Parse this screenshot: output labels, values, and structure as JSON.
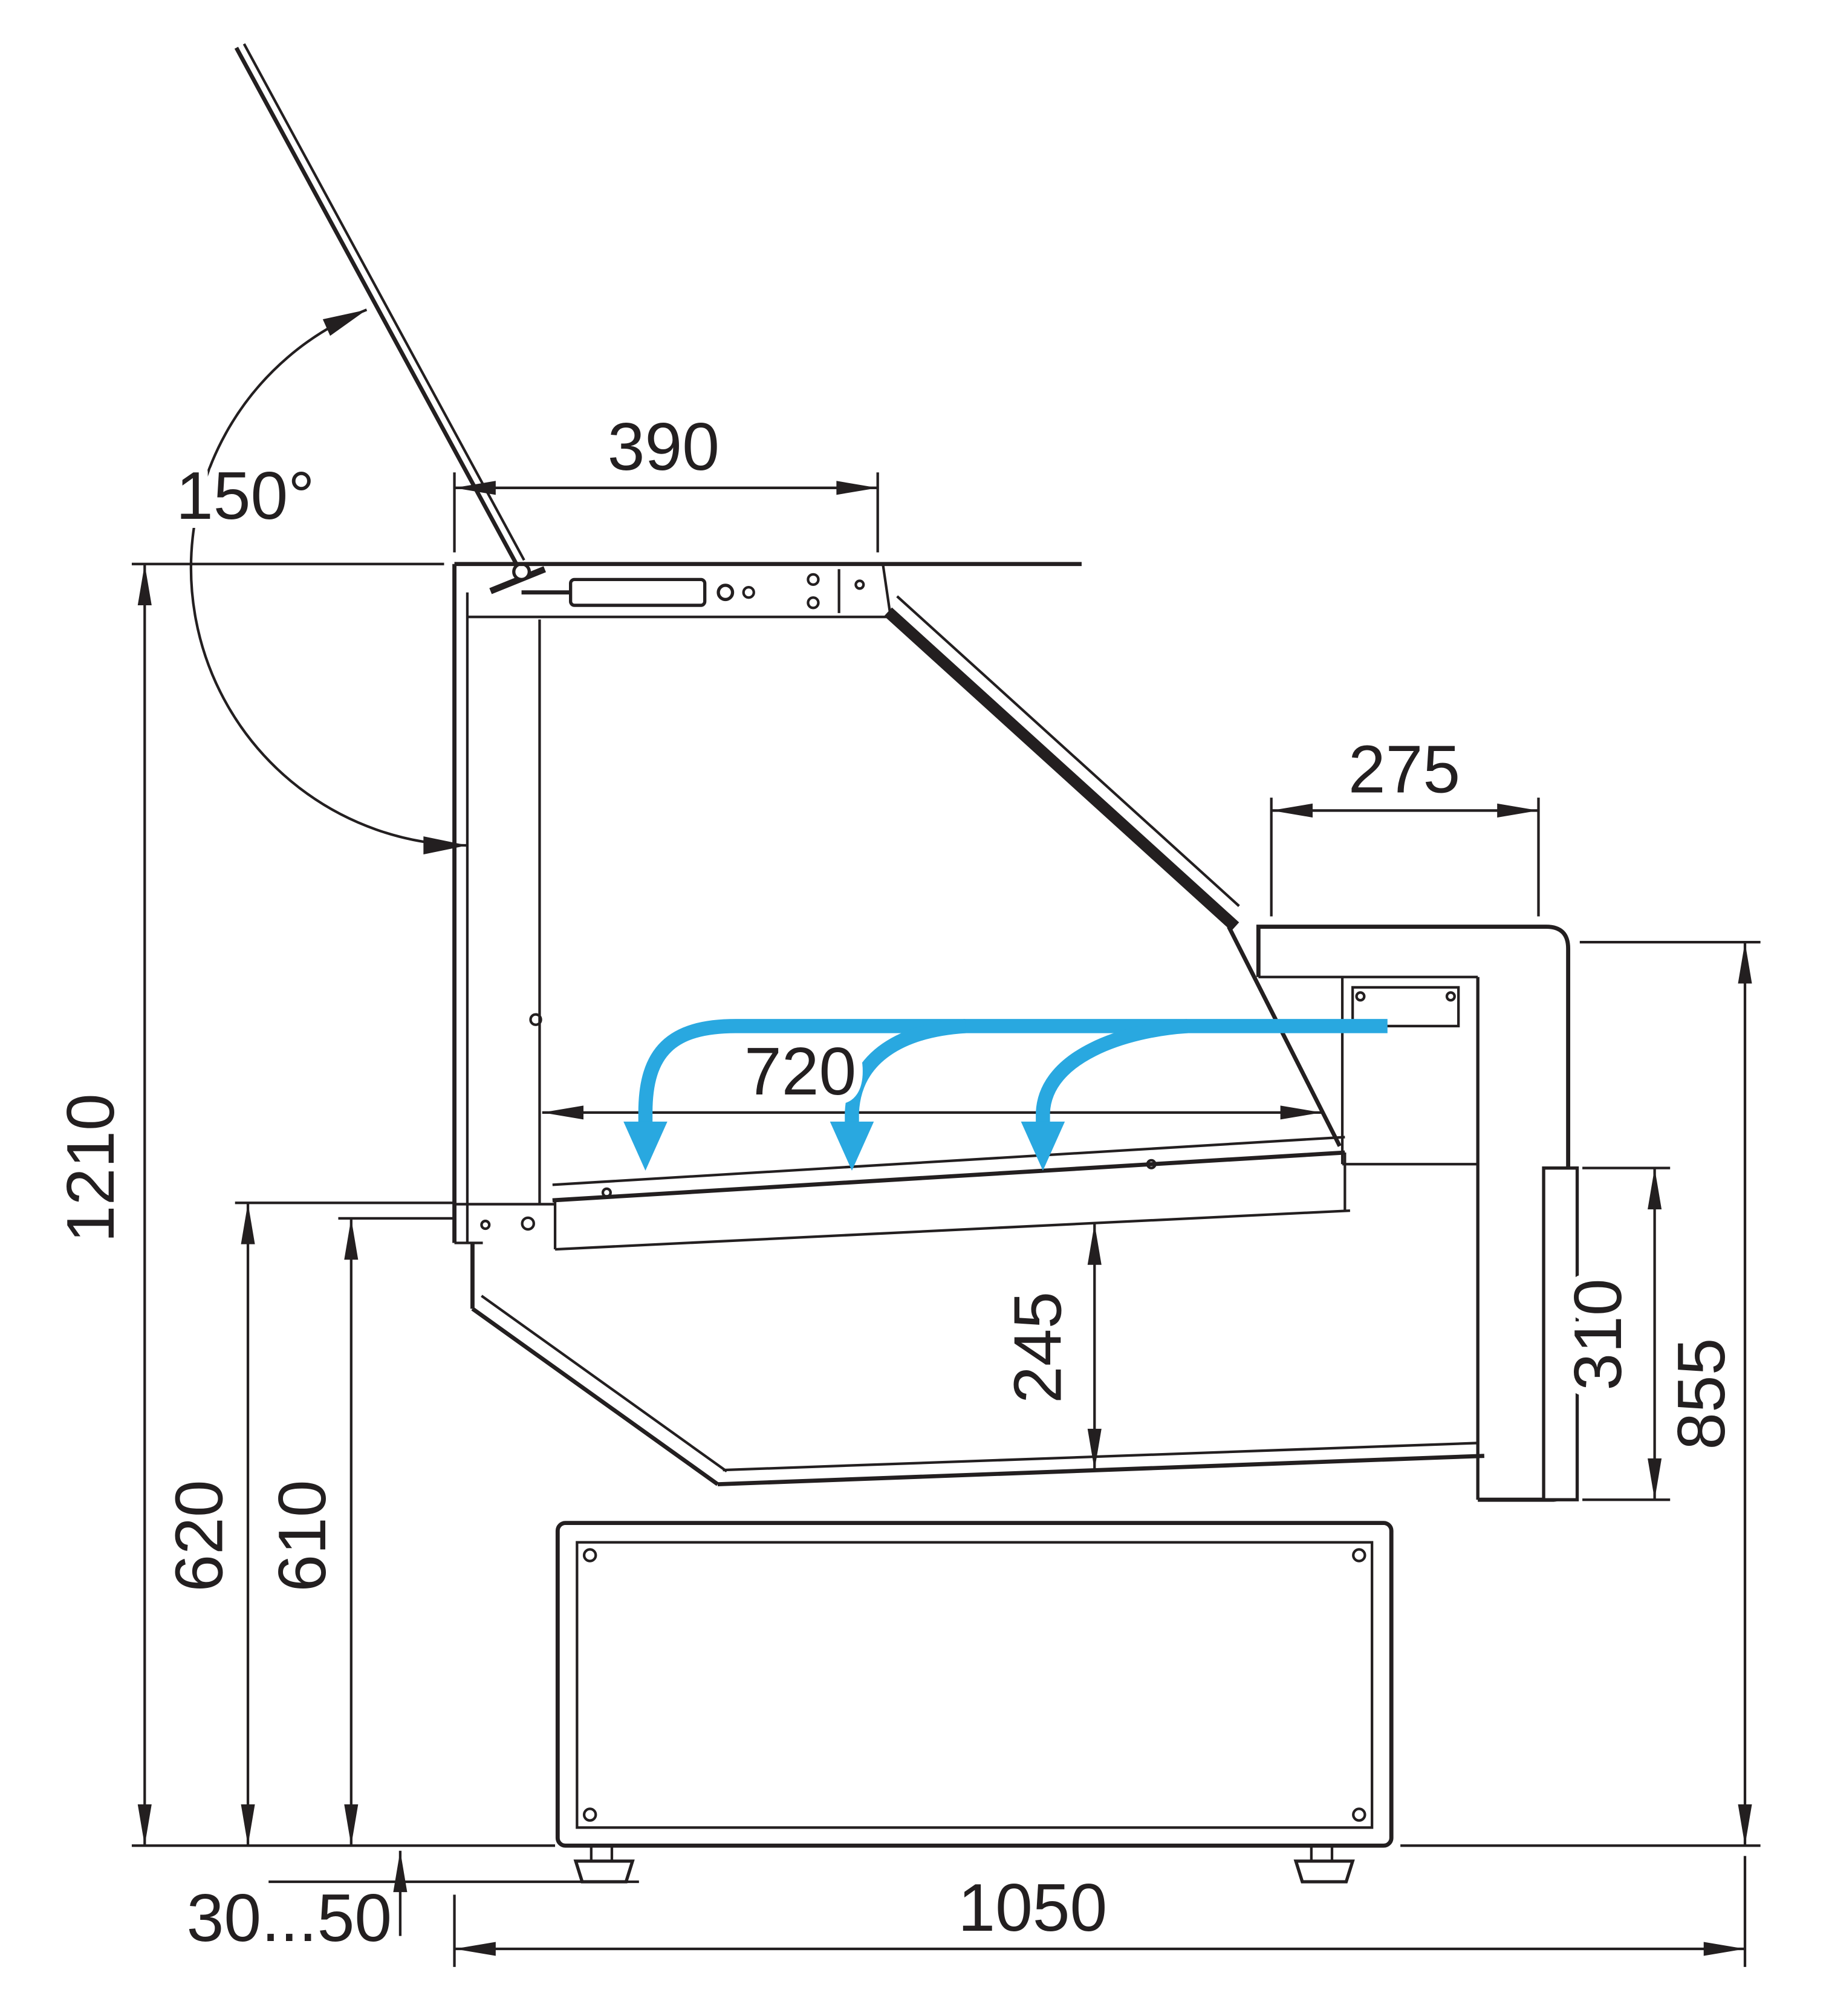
{
  "diagram": {
    "type": "technical-dimension-drawing",
    "subject": "Refrigerated serve-over display counter, side cross-section with open lid and airflow",
    "units": "mm",
    "colors": {
      "line": "#231f20",
      "airflow": "#29a8e0",
      "background": "#ffffff",
      "label_halo": "#ffffff"
    },
    "labels": {
      "lid_opening_angle": "150°",
      "lid_depth": "390",
      "rear_counter_depth": "275",
      "display_deck_depth": "720",
      "overall_height": "1210",
      "well_inner_height": "245",
      "rear_panel_height": "310",
      "rear_outer_height": "855",
      "front_height_outer": "620",
      "front_height_inner": "610",
      "leg_adjustment_range": "30...50",
      "overall_depth": "1050"
    }
  }
}
